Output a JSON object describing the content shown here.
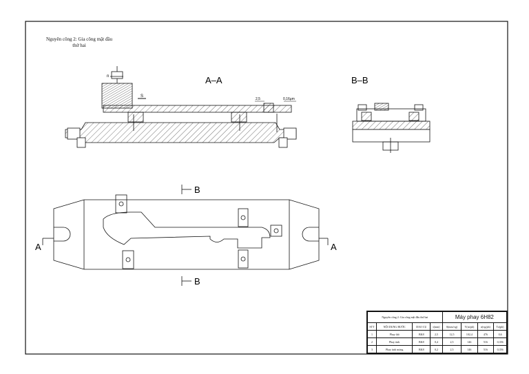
{
  "sheet_note": {
    "line1": "Nguyên công 2: Gia công mặt đầu",
    "line2": "thứ hai"
  },
  "views": {
    "aa": "A–A",
    "bb": "B–B"
  },
  "section_marks": {
    "b_top": "B",
    "b_bottom": "B",
    "a_left": "A",
    "a_right": "A"
  },
  "dim_labels": {
    "s": "S",
    "depth": "2,5",
    "ra": "0,16μm"
  },
  "spindle_label": "n",
  "title_block": {
    "operation": "Nguyên công 2: Gia công mặt đầu thứ hai",
    "machine": "Máy phay 6H82",
    "headers": [
      "STT",
      "NỘI DUNG BƯỚC",
      "DAO CỤ",
      "t(mm)",
      "S(mm/vg)",
      "V(m/ph)",
      "n(vg/ph)",
      "To(ph)"
    ],
    "rows": [
      [
        "1",
        "Phay thô",
        "BK8",
        "2,5",
        "12,5",
        "102,4",
        "476",
        "0,6"
      ],
      [
        "2",
        "Phay tinh",
        "BK8",
        "0,4",
        "2,5",
        "146",
        "516",
        "0,356"
      ],
      [
        "3",
        "Phay tinh mỏng",
        "BK8",
        "0,2",
        "2,5",
        "146",
        "516",
        "0,356"
      ]
    ]
  }
}
